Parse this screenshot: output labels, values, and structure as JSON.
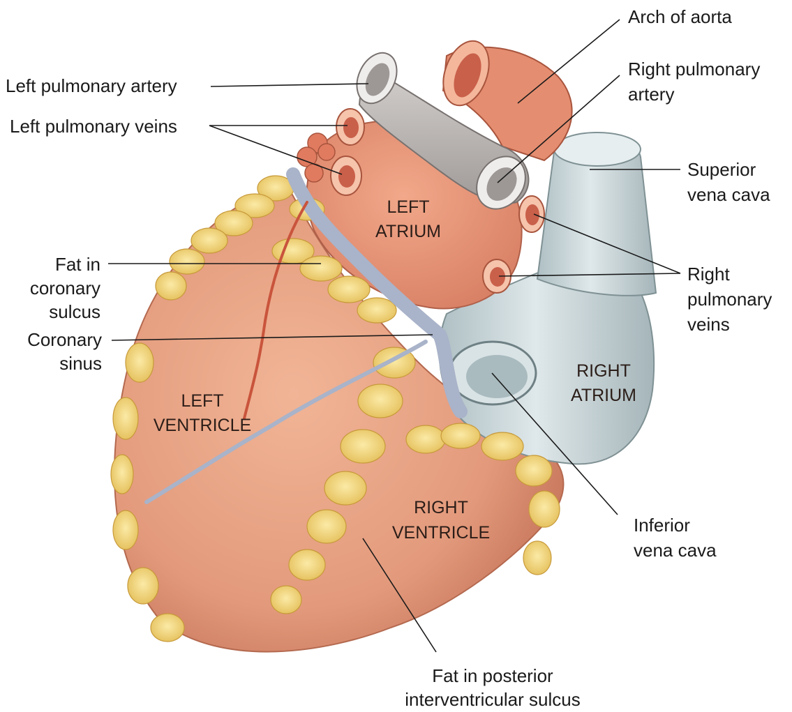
{
  "labels": {
    "arch_of_aorta": "Arch of aorta",
    "left_pulmonary_artery": "Left pulmonary artery",
    "right_pulmonary_artery": [
      "Right pulmonary",
      "artery"
    ],
    "left_pulmonary_veins": "Left pulmonary veins",
    "superior_vena_cava": [
      "Superior",
      "vena cava"
    ],
    "fat_in_coronary_sulcus": [
      "Fat in",
      "coronary",
      "sulcus"
    ],
    "right_pulmonary_veins": [
      "Right",
      "pulmonary",
      "veins"
    ],
    "coronary_sinus": [
      "Coronary",
      "sinus"
    ],
    "inferior_vena_cava": [
      "Inferior",
      "vena cava"
    ],
    "fat_in_posterior_interventricular_sulcus": [
      "Fat in posterior",
      "interventricular sulcus"
    ]
  },
  "regions": {
    "left_atrium": [
      "LEFT",
      "ATRIUM"
    ],
    "left_ventricle": [
      "LEFT",
      "VENTRICLE"
    ],
    "right_atrium": [
      "RIGHT",
      "ATRIUM"
    ],
    "right_ventricle": [
      "RIGHT",
      "VENTRICLE"
    ]
  },
  "colors": {
    "myocardium": "#e9a183",
    "atrium": "#e8957a",
    "vessel_gray": "#bfbcbb",
    "vena_cava": "#c9d6d8",
    "fat": "#f2d77e",
    "coronary_vein": "#a9b3c9",
    "artery_red": "#c9543c"
  }
}
